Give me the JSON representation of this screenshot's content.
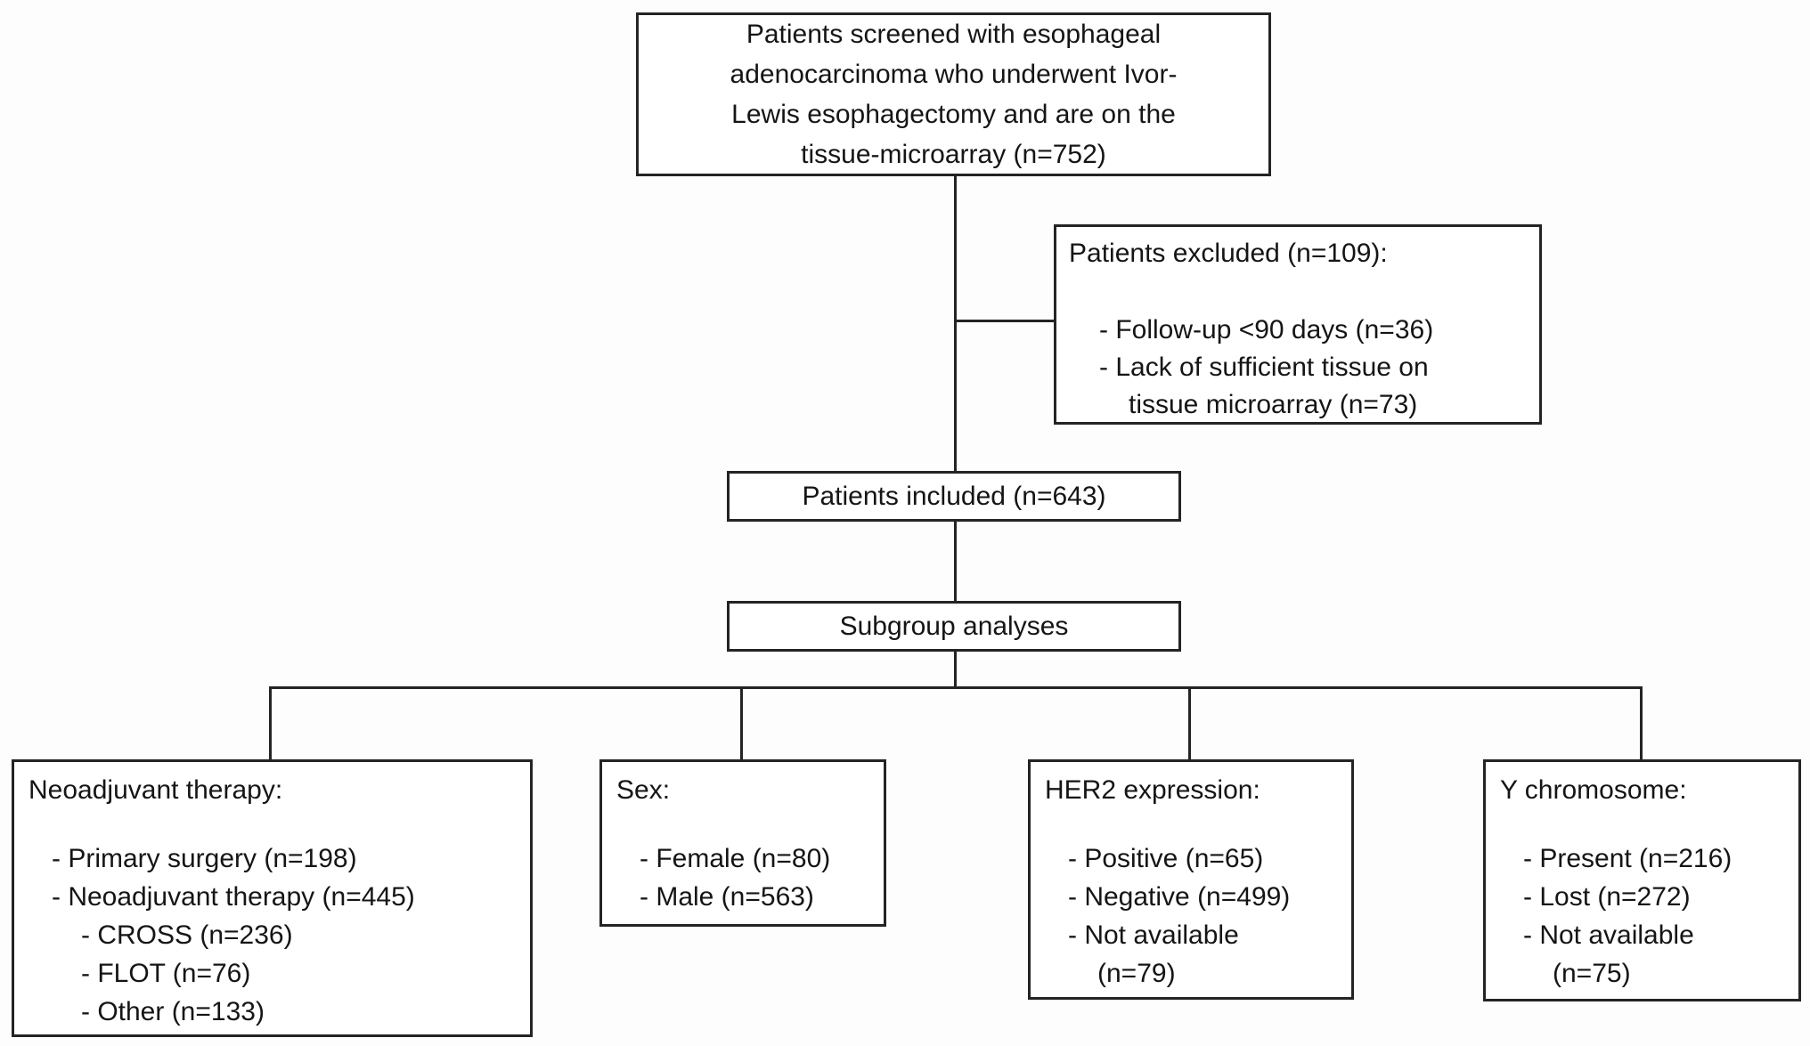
{
  "figure": {
    "type": "patient-flow-diagram"
  },
  "colors": {
    "background": "#fdfdfd",
    "box_fill": "#ffffff",
    "border": "#242424",
    "text": "#151515"
  },
  "boxes": {
    "screened": {
      "text": "Patients screened with esophageal\nadenocarcinoma who underwent Ivor-\nLewis esophagectomy and are on the\ntissue-microarray (n=752)"
    },
    "excluded": {
      "title": "Patients excluded (n=109):",
      "items": [
        "- Follow-up <90 days (n=36)",
        "- Lack of sufficient tissue on\ntissue microarray (n=73)"
      ]
    },
    "included": {
      "text": "Patients included (n=643)"
    },
    "subgroup": {
      "text": "Subgroup analyses"
    },
    "neoadjuvant": {
      "title": "Neoadjuvant therapy:",
      "items": [
        "- Primary surgery (n=198)",
        "- Neoadjuvant therapy (n=445)",
        "- CROSS (n=236)",
        "- FLOT (n=76)",
        "- Other (n=133)"
      ]
    },
    "sex": {
      "title": "Sex:",
      "items": [
        "- Female (n=80)",
        "- Male (n=563)"
      ]
    },
    "her2": {
      "title": "HER2 expression:",
      "items": [
        "- Positive (n=65)",
        "- Negative (n=499)",
        "- Not available\n(n=79)"
      ]
    },
    "y_chromosome": {
      "title": "Y chromosome:",
      "items": [
        "- Present (n=216)",
        "- Lost (n=272)",
        "- Not available\n(n=75)"
      ]
    }
  }
}
